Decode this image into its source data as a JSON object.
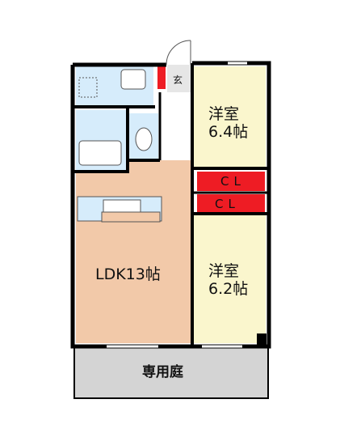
{
  "rooms": {
    "ldk": "LDK13帖",
    "western_room_upper": {
      "line1": "洋室",
      "line2": "6.4帖"
    },
    "western_room_lower": {
      "line1": "洋室",
      "line2": "6.2帖"
    },
    "entrance": "玄",
    "closet_upper": "CL",
    "closet_lower": "CL",
    "private_garden": "専用庭"
  },
  "colors": {
    "wall": "#000000",
    "ldk_floor": "#f2c9a9",
    "western_floor": "#faf6cd",
    "wet_area": "#d6ecfb",
    "closet": "#ee1c24",
    "garden": "#d4d4d4",
    "entrance_floor": "#e6e6e6"
  }
}
